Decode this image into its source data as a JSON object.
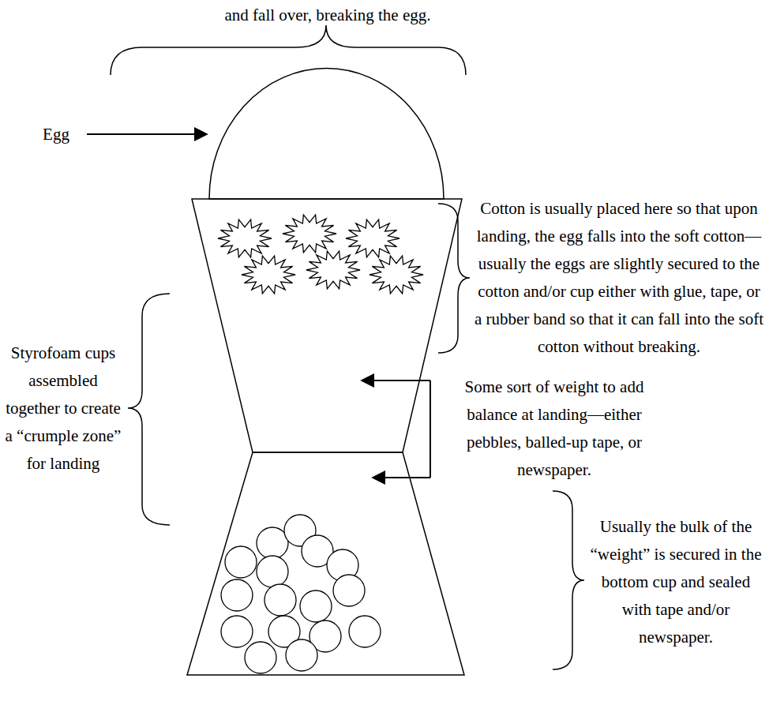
{
  "diagram": {
    "labels": [
      "and fall over, breaking the egg.",
      "Egg",
      "Cotton is usually placed here so that upon landing, the egg falls into the soft cotton—usually the eggs are slightly secured to the cotton and/or cup either with glue, tape, or a rubber band so that it can fall into the soft cotton without breaking.",
      "Styrofoam cups assembled together to create a “crumple zone” for landing",
      "Some sort of weight to add balance at landing—either pebbles, balled-up tape, or newspaper.",
      "Usually the bulk of the “weight” is secured in the bottom cup and sealed with tape and/or newspaper."
    ]
  }
}
